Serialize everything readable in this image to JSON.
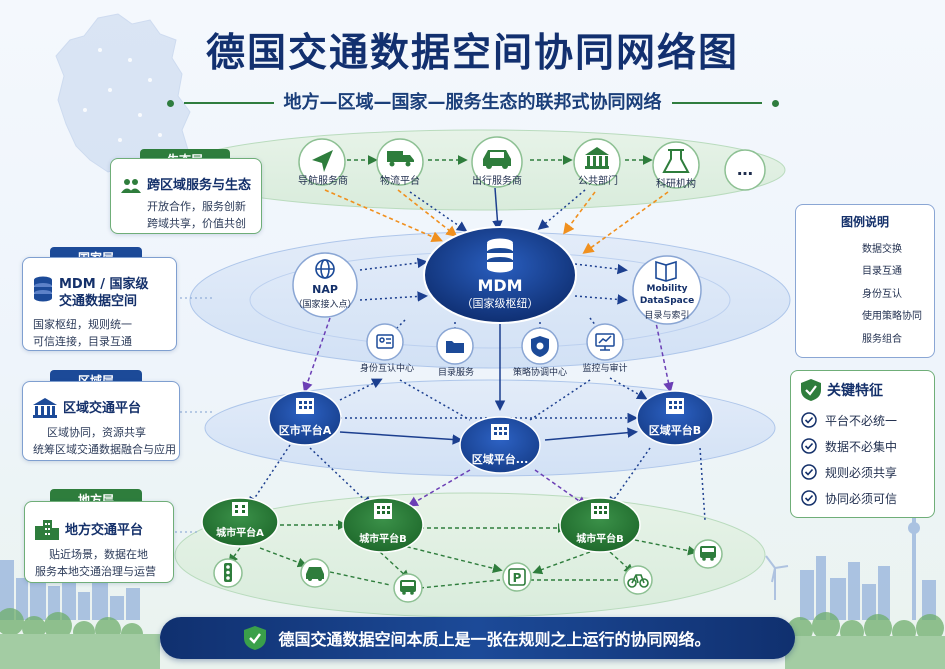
{
  "header": {
    "title": "德国交通数据空间协同网络图",
    "subtitle": "地方—区域—国家—服务生态的联邦式协同网络"
  },
  "layers": {
    "eco": {
      "tag": "生态层",
      "heading": "跨区域服务与生态",
      "lines": [
        "开放合作，服务创新",
        "跨域共享，价值共创"
      ]
    },
    "national": {
      "tag": "国家层",
      "heading_line1": "MDM / 国家级",
      "heading_line2": "交通数据空间",
      "lines": [
        "国家枢纽，规则统一",
        "可信连接，目录互通"
      ]
    },
    "regional": {
      "tag": "区域层",
      "heading": "区域交通平台",
      "lines": [
        "区域协同，资源共享",
        "统筹区域交通数据融合与应用"
      ]
    },
    "local": {
      "tag": "地方层",
      "heading": "地方交通平台",
      "lines": [
        "贴近场景，数据在地",
        "服务本地交通治理与运营"
      ]
    }
  },
  "ecosystem_nodes": {
    "navigation": "导航服务商",
    "logistics": "物流平台",
    "mobility": "出行服务商",
    "public": "公共部门",
    "research": "科研机构",
    "more": "…"
  },
  "national": {
    "mdm_title": "MDM",
    "mdm_sub": "（国家级枢纽）",
    "nap_title": "NAP",
    "nap_sub": "（国家接入点）",
    "mds_line1": "Mobility",
    "mds_line2": "DataSpace",
    "mds_line3": "目录与索引",
    "services": {
      "identity": "身份互认中心",
      "catalog": "目录服务",
      "policy": "策略协调中心",
      "monitor": "监控与审计"
    }
  },
  "regional": {
    "a": "区市平台A",
    "center": "区域平台...",
    "b": "区域平台B"
  },
  "local": {
    "a": "城市平台A",
    "b1": "城市平台B",
    "b2": "城市平台B"
  },
  "legend": {
    "title": "图例说明",
    "items": [
      {
        "label": "数据交换",
        "color": "#1c3f8f",
        "style": "solid"
      },
      {
        "label": "目录互通",
        "color": "#1c3f8f",
        "style": "dotted"
      },
      {
        "label": "身份互认",
        "color": "#2e7d3c",
        "style": "dashed"
      },
      {
        "label": "使用策略协同",
        "color": "#6b3fb5",
        "style": "dashed"
      },
      {
        "label": "服务组合",
        "color": "#f0901e",
        "style": "dashed"
      }
    ]
  },
  "features": {
    "title": "关键特征",
    "items": [
      "平台不必统一",
      "数据不必集中",
      "规则必须共享",
      "协同必须可信"
    ]
  },
  "banner": {
    "text": "德国交通数据空间本质上是一张在规则之上运行的协同网络。"
  },
  "colors": {
    "navy": "#12306f",
    "blue": "#1c4a98",
    "green": "#2e7d3c",
    "purple": "#6b3fb5",
    "orange": "#f0901e"
  },
  "icons": {
    "navigation": "navigation-arrow-icon",
    "logistics": "truck-icon",
    "mobility": "car-icon",
    "public": "government-building-icon",
    "research": "flask-icon",
    "more": "more-dots-icon",
    "database": "database-icon",
    "globe": "globe-icon",
    "book": "book-icon",
    "identity": "id-card-icon",
    "catalog": "folder-icon",
    "policy": "gear-shield-icon",
    "monitor": "monitor-chart-icon",
    "building": "office-building-icon",
    "traffic_light": "traffic-light-icon",
    "parking": "parking-icon",
    "bike": "bicycle-icon",
    "bus": "bus-icon",
    "shield": "shield-check-icon",
    "check": "check-circle-icon",
    "people": "people-icon"
  }
}
